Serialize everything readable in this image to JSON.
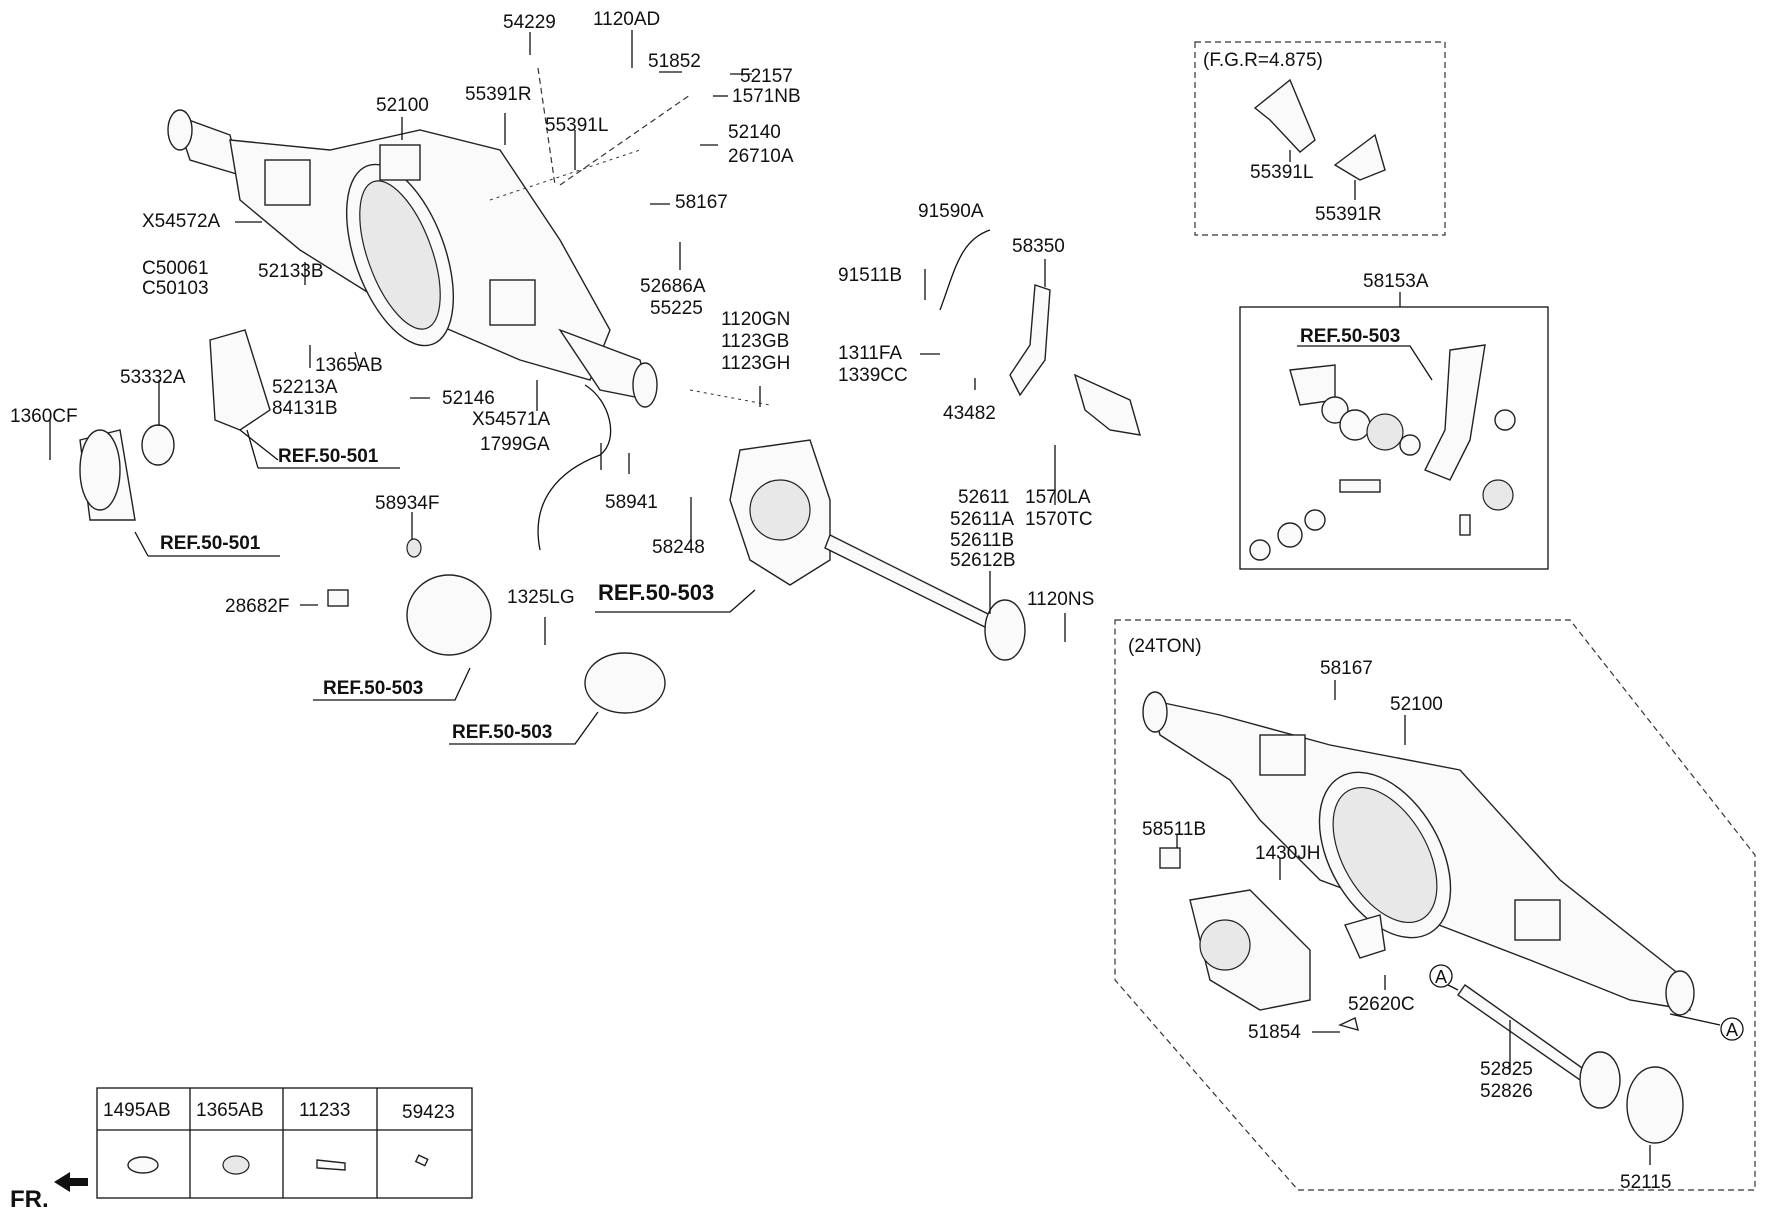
{
  "callouts": {
    "c54229": "54229",
    "c1120AD": "1120AD",
    "c51852": "51852",
    "c52157": "52157",
    "c1571NB": "1571NB",
    "c52100": "52100",
    "c55391R": "55391R",
    "c55391L": "55391L",
    "c52140": "52140",
    "c26710A": "26710A",
    "c58167": "58167",
    "cX54572A": "X54572A",
    "c52133B": "52133B",
    "cC50061": "C50061",
    "cC50103": "C50103",
    "c52686A": "52686A",
    "c55225": "55225",
    "c53332A": "53332A",
    "c1365AB": "1365AB",
    "c52213A": "52213A",
    "c84131B": "84131B",
    "c1360CF": "1360CF",
    "c52146": "52146",
    "cX54571A": "X54571A",
    "c1799GA": "1799GA",
    "c1120GN": "1120GN",
    "c1123GB": "1123GB",
    "c1123GH": "1123GH",
    "c91590A": "91590A",
    "c91511B": "91511B",
    "c58350": "58350",
    "c1311FA": "1311FA",
    "c1339CC": "1339CC",
    "c43482": "43482",
    "c58941": "58941",
    "c58248": "58248",
    "c58934F": "58934F",
    "c28682F": "28682F",
    "c1325LG": "1325LG",
    "c52611": "52611",
    "c52611A": "52611A",
    "c1570LA": "1570LA",
    "c1570TC": "1570TC",
    "c52611B": "52611B",
    "c52612B": "52612B",
    "c1120NS": "1120NS",
    "c58153A": "58153A",
    "inset_fgr_55391L": "55391L",
    "inset_fgr_55391R": "55391R",
    "ton_58167": "58167",
    "ton_52100": "52100",
    "ton_58511B": "58511B",
    "ton_1430JH": "1430JH",
    "ton_52620C": "52620C",
    "ton_51854": "51854",
    "ton_52825": "52825",
    "ton_52826": "52826",
    "ton_52115": "52115",
    "ton_markerA1": "A",
    "ton_markerA2": "A"
  },
  "references": {
    "ref_501_a": "REF.50-501",
    "ref_501_b": "REF.50-501",
    "ref_503_main": "REF.50-503",
    "ref_503_chamber": "REF.50-503",
    "ref_503_actuator": "REF.50-503",
    "ref_503_inset": "REF.50-503"
  },
  "insets": {
    "fgr_title": "(F.G.R=4.875)",
    "ton_title": "(24TON)"
  },
  "legend_table": {
    "headers": [
      "1495AB",
      "1365AB",
      "11233",
      "59423"
    ]
  },
  "direction_label": "FR."
}
